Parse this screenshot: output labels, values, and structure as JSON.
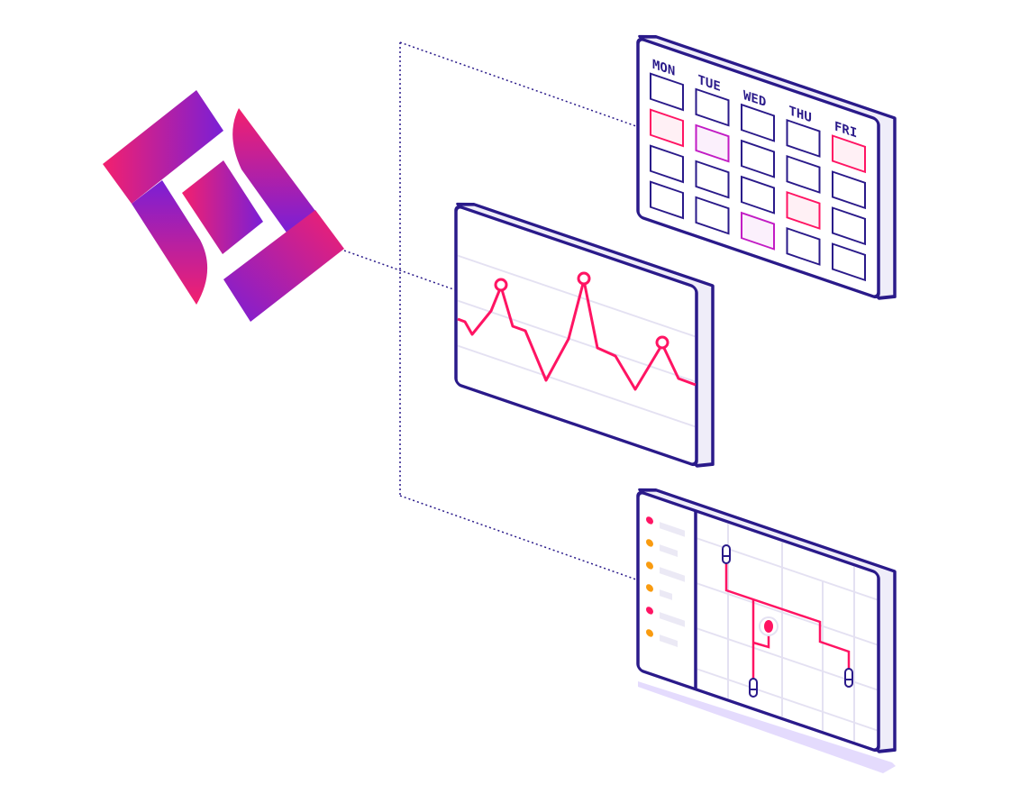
{
  "colors": {
    "outline": "#2a1a8a",
    "accent_red": "#ff1463",
    "accent_magenta": "#c21cc4",
    "accent_orange": "#f99b0f",
    "side_fill": "#efedf9",
    "grid": "#e4e1f2",
    "shadow": "#e4dbfd",
    "logo_pink": "#f3206e",
    "logo_purple": "#7a1fd6"
  },
  "calendar": {
    "days": [
      "MON",
      "TUE",
      "WED",
      "THU",
      "FRI"
    ],
    "rows": 4,
    "highlights": [
      {
        "day": 0,
        "row": 1,
        "color": "red"
      },
      {
        "day": 1,
        "row": 1,
        "color": "magenta"
      },
      {
        "day": 2,
        "row": 3,
        "color": "magenta"
      },
      {
        "day": 3,
        "row": 2,
        "color": "red"
      },
      {
        "day": 4,
        "row": 0,
        "color": "red"
      }
    ]
  },
  "map": {
    "status_dots": [
      "red",
      "orange",
      "orange",
      "orange",
      "red",
      "orange"
    ]
  }
}
